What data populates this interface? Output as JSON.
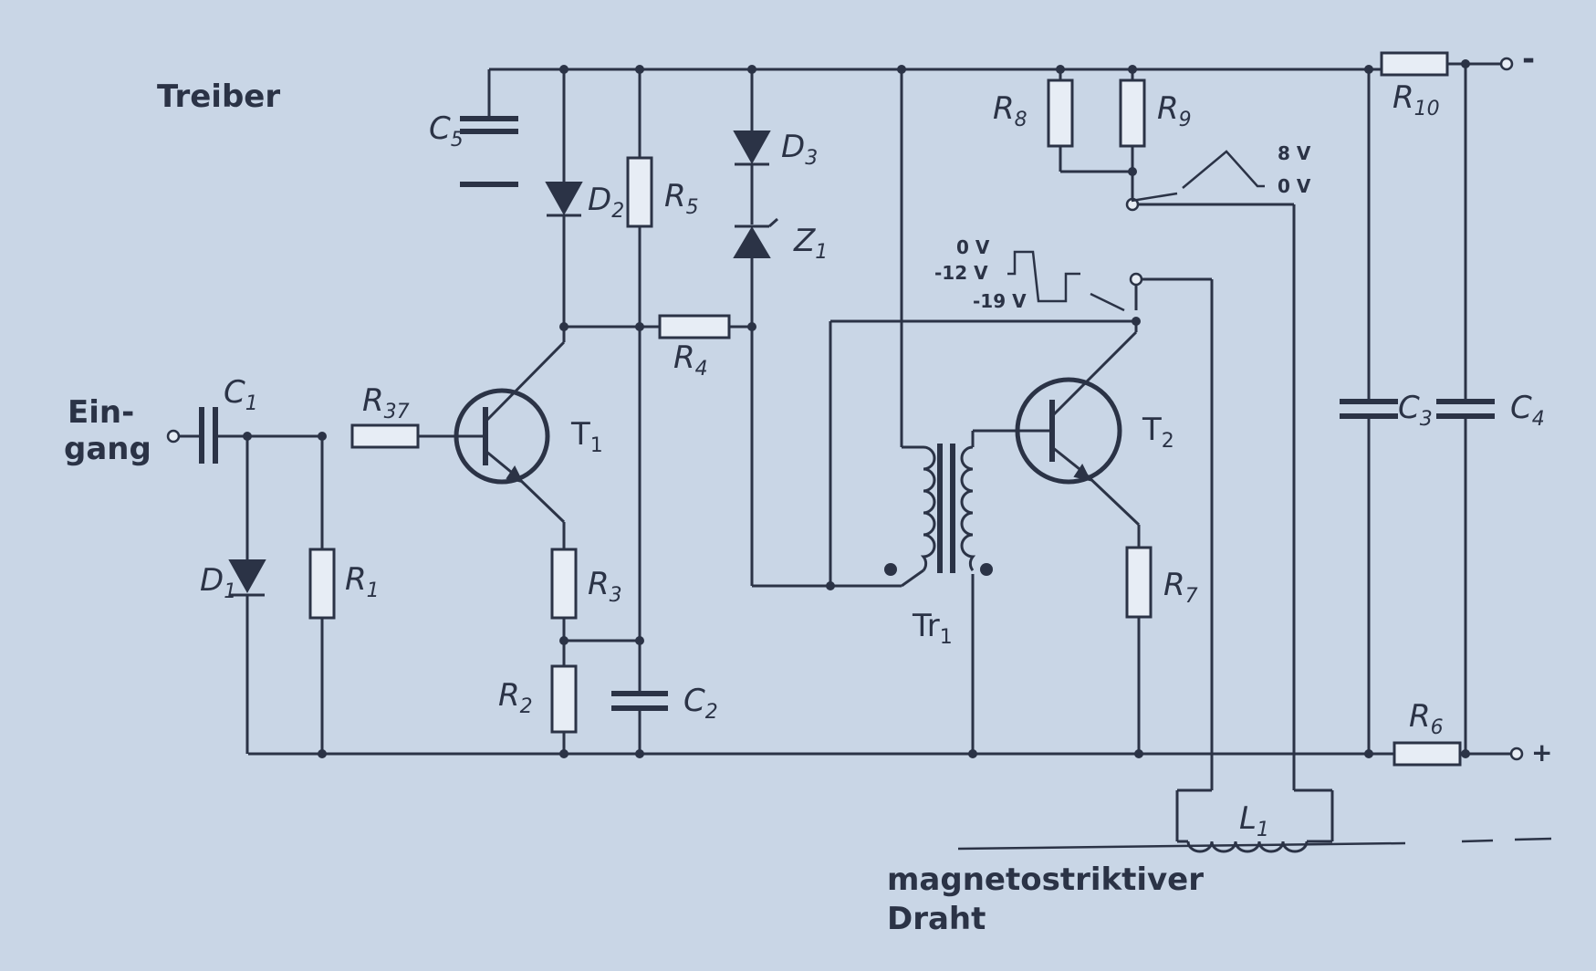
{
  "title": "Treiber",
  "input_label": [
    "Ein-",
    "gang"
  ],
  "wire_label": [
    "magnetostriktiver",
    "Draht"
  ],
  "components": {
    "C5": "C",
    "C5s": "5",
    "D2": "D",
    "D2s": "2",
    "R5": "R",
    "R5s": "5",
    "D3": "D",
    "D3s": "3",
    "Z1": "Z",
    "Z1s": "1",
    "R4": "R",
    "R4s": "4",
    "C1": "C",
    "C1s": "1",
    "R37": "R",
    "R37s": "37",
    "T1": "T",
    "T1s": "1",
    "D1": "D",
    "D1s": "1",
    "R1": "R",
    "R1s": "1",
    "R3": "R",
    "R3s": "3",
    "R2": "R",
    "R2s": "2",
    "C2": "C",
    "C2s": "2",
    "R8": "R",
    "R8s": "8",
    "R9": "R",
    "R9s": "9",
    "T2": "T",
    "T2s": "2",
    "R7": "R",
    "R7s": "7",
    "Tr1": "Tr",
    "Tr1s": "1",
    "R10": "R",
    "R10s": "10",
    "C3": "C",
    "C3s": "3",
    "C4": "C",
    "C4s": "4",
    "R6": "R",
    "R6s": "6",
    "L1": "L",
    "L1s": "1"
  },
  "terminals": {
    "minus": "-",
    "plus": "+"
  },
  "voltages": {
    "pulse_top": "8 V",
    "pulse_base": "0 V",
    "sq_0": "0 V",
    "sq_12": "-12 V",
    "sq_19": "-19 V"
  }
}
